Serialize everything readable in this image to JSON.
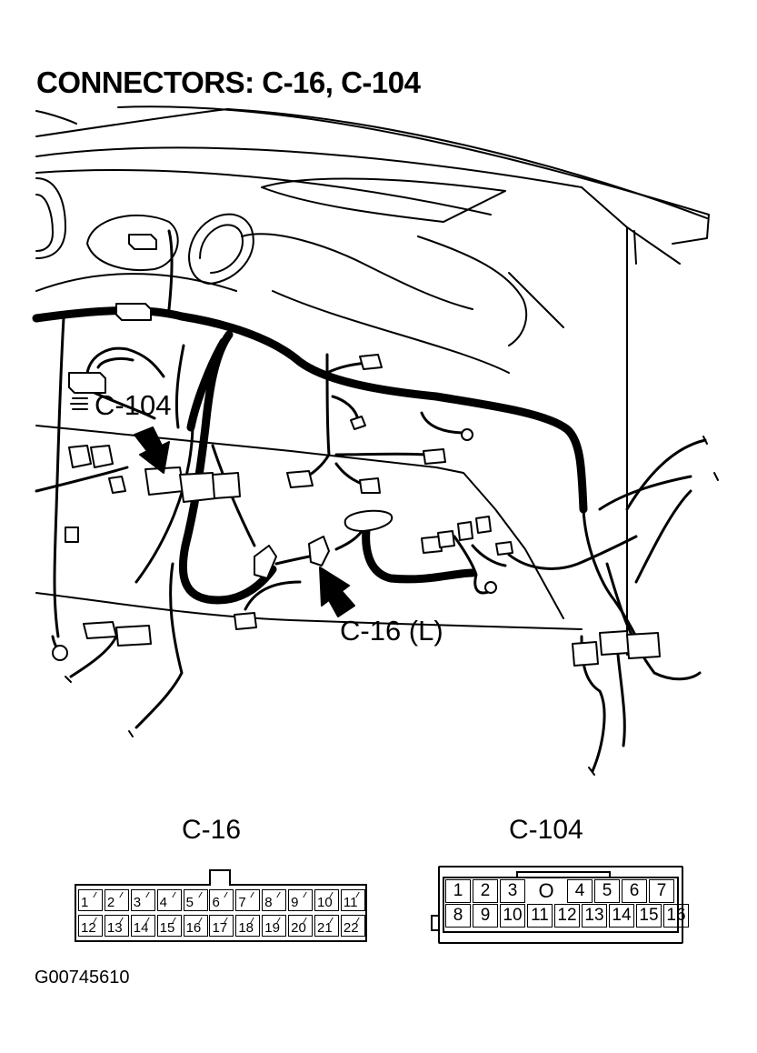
{
  "title": "CONNECTORS: C-16, C-104",
  "callouts": {
    "c104": "C-104",
    "c16": "C-16 (L)"
  },
  "connectors": {
    "c16": {
      "name": "C-16",
      "row1": [
        "1",
        "2",
        "3",
        "4",
        "5",
        "6",
        "7",
        "8",
        "9",
        "10",
        "11"
      ],
      "row2": [
        "12",
        "13",
        "14",
        "15",
        "16",
        "17",
        "18",
        "19",
        "20",
        "21",
        "22"
      ]
    },
    "c104": {
      "name": "C-104",
      "row1_left": [
        "1",
        "2",
        "3"
      ],
      "key": "O",
      "row1_right": [
        "4",
        "5",
        "6",
        "7"
      ],
      "row2": [
        "8",
        "9",
        "10",
        "11",
        "12",
        "13",
        "14",
        "15",
        "16"
      ]
    }
  },
  "figure_id": "G00745610"
}
